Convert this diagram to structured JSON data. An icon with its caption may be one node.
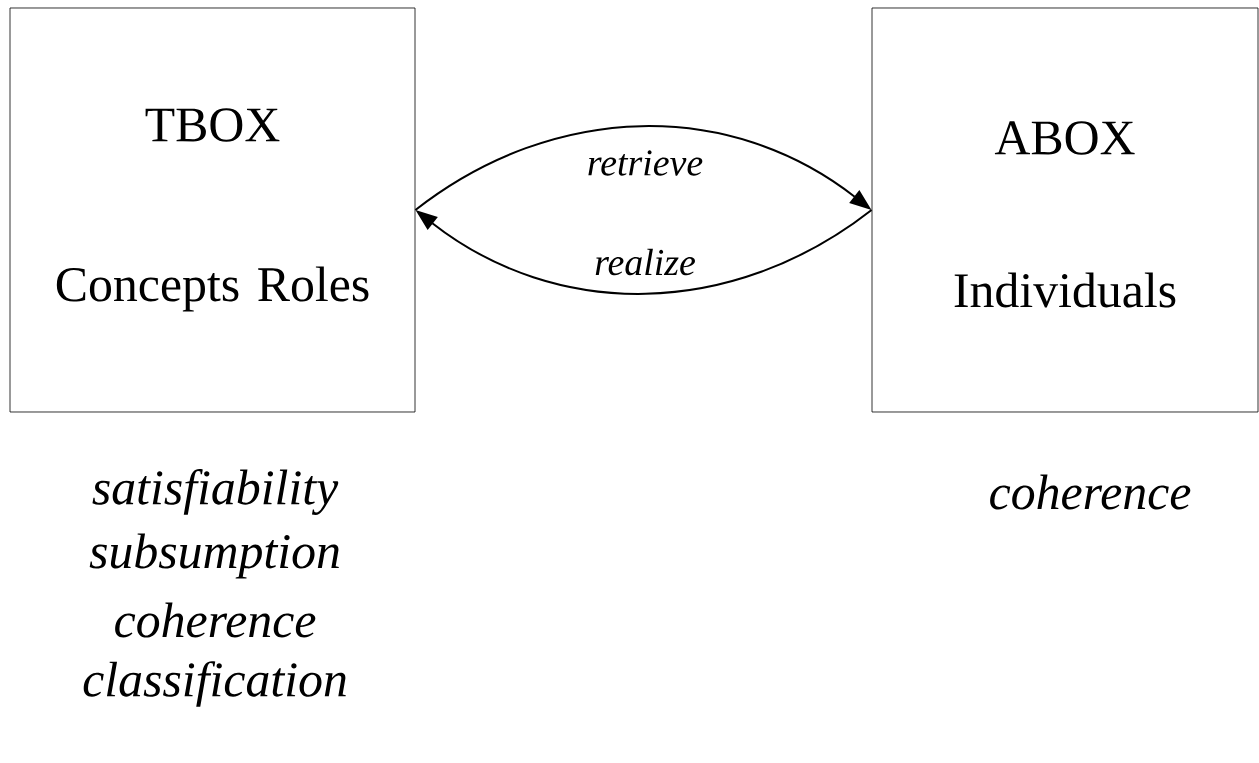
{
  "diagram": {
    "nodes": [
      {
        "text": [
          "TBOX",
          "Concepts Roles"
        ],
        "beside": [
          "satisfiability",
          "subsumption",
          "coherence",
          "classification"
        ]
      },
      {
        "text": [
          "ABOX",
          "Individuals"
        ],
        "beside": [
          "coherence"
        ]
      }
    ],
    "edges": [
      {
        "from": 0,
        "to": 1,
        "arrow": "to",
        "label": "retrieve"
      },
      {
        "from": 1,
        "to": 0,
        "arrow": "to",
        "label": "realize"
      }
    ]
  }
}
